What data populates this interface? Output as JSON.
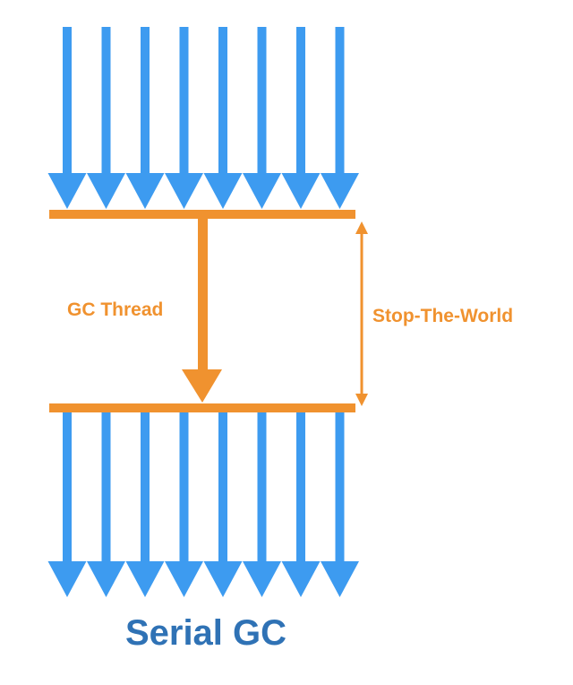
{
  "title": "Serial GC",
  "gc_thread_label": "GC Thread",
  "stop_the_world_label": "Stop-The-World",
  "app_threads_before": 8,
  "app_threads_after": 8,
  "colors": {
    "thread_blue": "#3d9bf0",
    "accent_orange": "#f0922f",
    "title_blue": "#2f72b5",
    "background": "#ffffff"
  }
}
